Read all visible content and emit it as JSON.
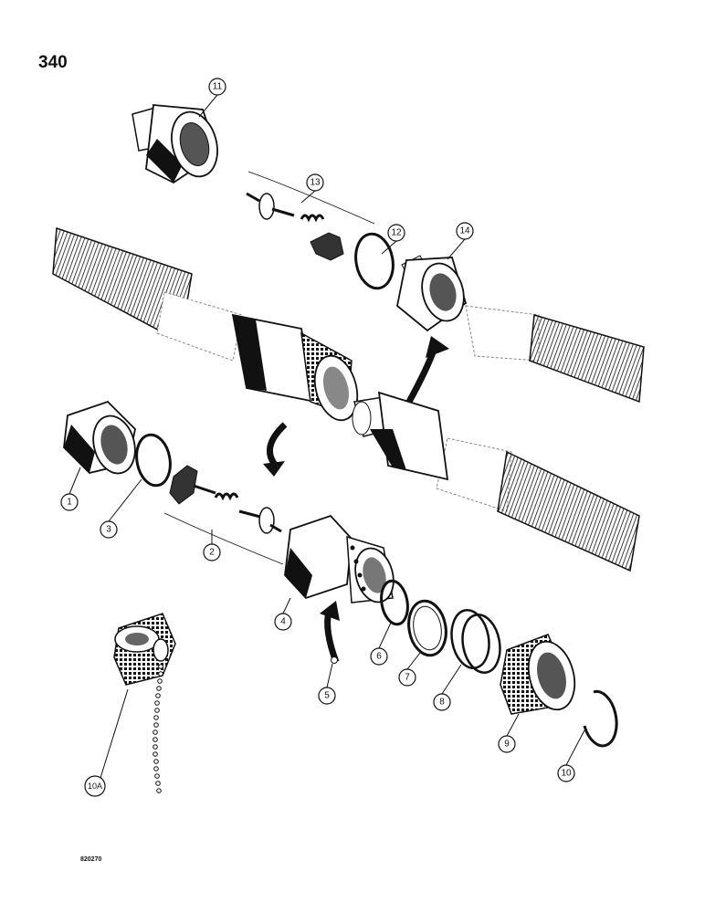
{
  "page_number": "340",
  "drawing_code": "820270",
  "callouts": [
    "1",
    "2",
    "3",
    "4",
    "5",
    "6",
    "7",
    "8",
    "9",
    "10",
    "10A",
    "11",
    "12",
    "13",
    "14"
  ]
}
